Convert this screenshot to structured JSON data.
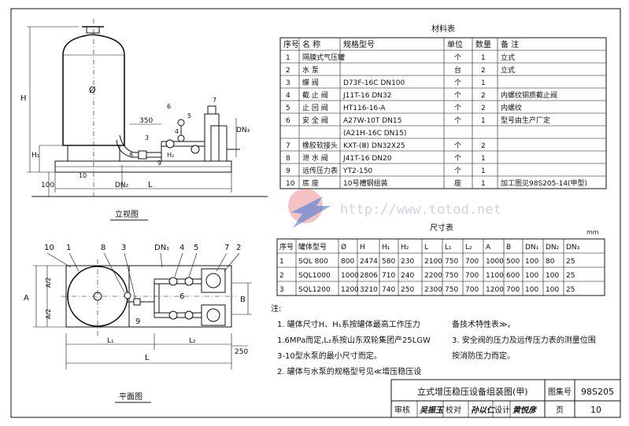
{
  "labels": {
    "materials_title": "材料表",
    "size_title": "尺寸表",
    "size_unit": "mm",
    "elevation_title": "立视图",
    "plan_title": "平面图",
    "notes_head": "注:",
    "notes": [
      "1. 罐体尺寸H、H₁系按罐体最高工作压力",
      "1.6MPa而定,L₂系按山东双轮集团产25LGW",
      "3-10型水泵的最小尺寸而定。",
      "2. 罐体与水泵的规格型号见≪增压稳压设",
      "备技术特性表≫。",
      "3. 安全阀的压力及远传压力表的测量位围",
      "按消防压力而定。"
    ],
    "watermark": "http://www.totod.net"
  },
  "materials": {
    "headers": [
      "序号",
      "名    称",
      "规格型号",
      "单位",
      "数量",
      "备        注"
    ],
    "rows": [
      [
        "1",
        "隔膜式气压罐",
        "",
        "个",
        "1",
        "立式"
      ],
      [
        "2",
        "水    泵",
        "",
        "台",
        "2",
        "立式"
      ],
      [
        "3",
        "蝶    阀",
        "D73F-16C    DN100",
        "个",
        "1",
        ""
      ],
      [
        "4",
        "截  止  阀",
        "J11T-16       DN32",
        "个",
        "2",
        "内螺纹铜质截止阀"
      ],
      [
        "5",
        "止  回  阀",
        "HT116-16-A",
        "个",
        "2",
        "内螺纹"
      ],
      [
        "6",
        "安  全  阀",
        "A27W-10T DN15",
        "个",
        "1",
        "型号由生产厂定"
      ],
      [
        "",
        "",
        "(A21H-16C DN15)",
        "",
        "",
        ""
      ],
      [
        "7",
        "橡胶软接头",
        "KXT-(Ⅲ)    DN32X25",
        "个",
        "2",
        ""
      ],
      [
        "8",
        "泄  水  阀",
        "J41T-16    DN20",
        "个",
        "1",
        ""
      ],
      [
        "9",
        "远传压力表",
        "YT2-150",
        "个",
        "1",
        ""
      ],
      [
        "10",
        "底        座",
        "10号槽钢组装",
        "座",
        "1",
        "加工图见98S205-14(甲型)"
      ]
    ]
  },
  "sizes": {
    "headers": [
      "序号",
      "罐体型号",
      "Ø",
      "H",
      "H₁",
      "H₂",
      "L",
      "L₁",
      "L₂",
      "A",
      "B",
      "DN₁",
      "DN₂",
      "DN₃"
    ],
    "rows": [
      [
        "1",
        "SQL 800",
        "800",
        "2474",
        "580",
        "230",
        "2100",
        "750",
        "700",
        "1000",
        "500",
        "100",
        "80",
        "25"
      ],
      [
        "2",
        "SQL1000",
        "1000",
        "2806",
        "710",
        "240",
        "2200",
        "750",
        "700",
        "1100",
        "600",
        "100",
        "100",
        "25"
      ],
      [
        "3",
        "SQL1200",
        "1200",
        "3210",
        "740",
        "250",
        "2300",
        "750",
        "700",
        "1200",
        "700",
        "100",
        "100",
        "25"
      ]
    ]
  },
  "dims": {
    "H": "H",
    "H1": "H₁",
    "phi": "Ø",
    "d350": "350",
    "d100": "100",
    "DN1": "DN₁",
    "DN2": "DN₂",
    "DN3": "DN₃",
    "L": "L",
    "L1": "L₁",
    "L2": "L₂",
    "A": "A",
    "A2a": "A/2",
    "A2b": "A/2",
    "B": "B",
    "d250": "250",
    "h2": "H₂"
  },
  "plan_callouts": [
    "10",
    "1",
    "8",
    "3",
    "DN₁",
    "4",
    "5",
    "7",
    "2",
    "6",
    "9"
  ],
  "elev_callouts": [
    "3",
    "4",
    "5",
    "6",
    "7",
    "8",
    "9",
    "10"
  ],
  "title_block": {
    "title": "立式增压稳压设备组装图(甲)",
    "atlas_label": "图集号",
    "atlas_no": "98S205",
    "review": "审核",
    "review_sig": "吴振玉",
    "check": "校对",
    "check_sig": "孙以仁",
    "design": "设计",
    "design_sig": "黄悦彦",
    "page_label": "页",
    "page_no": "10"
  }
}
